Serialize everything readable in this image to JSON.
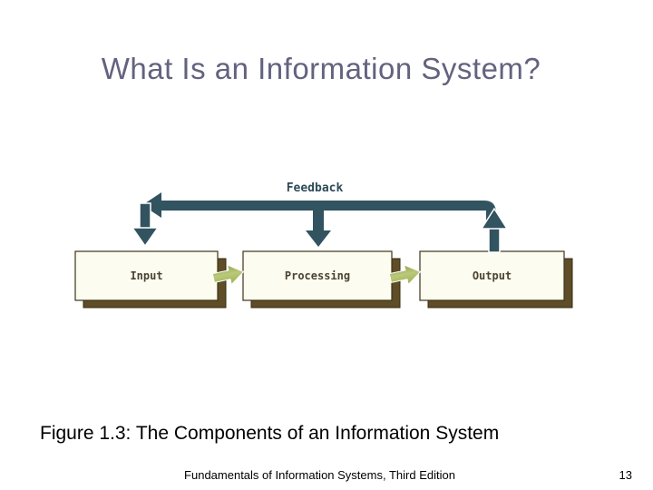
{
  "slide": {
    "title": "What Is an Information System?",
    "caption": "Figure 1.3: The Components of an Information System",
    "footer_text": "Fundamentals of Information Systems, Third Edition",
    "page_number": "13"
  },
  "diagram": {
    "feedback_label": "Feedback",
    "boxes": [
      {
        "label": "Input"
      },
      {
        "label": "Processing"
      },
      {
        "label": "Output"
      }
    ],
    "colors": {
      "feedback_arrow_teal": "#325360",
      "flow_arrow_green": "#a9b95e",
      "box_fill_ivory": "#fdfcf0",
      "box_border": "#3e3418",
      "box_shadow_olive": "#5e4d26",
      "title_text": "#63627f",
      "box_label_text": "#4a4331",
      "feedback_label_text": "#2d4b58"
    }
  }
}
